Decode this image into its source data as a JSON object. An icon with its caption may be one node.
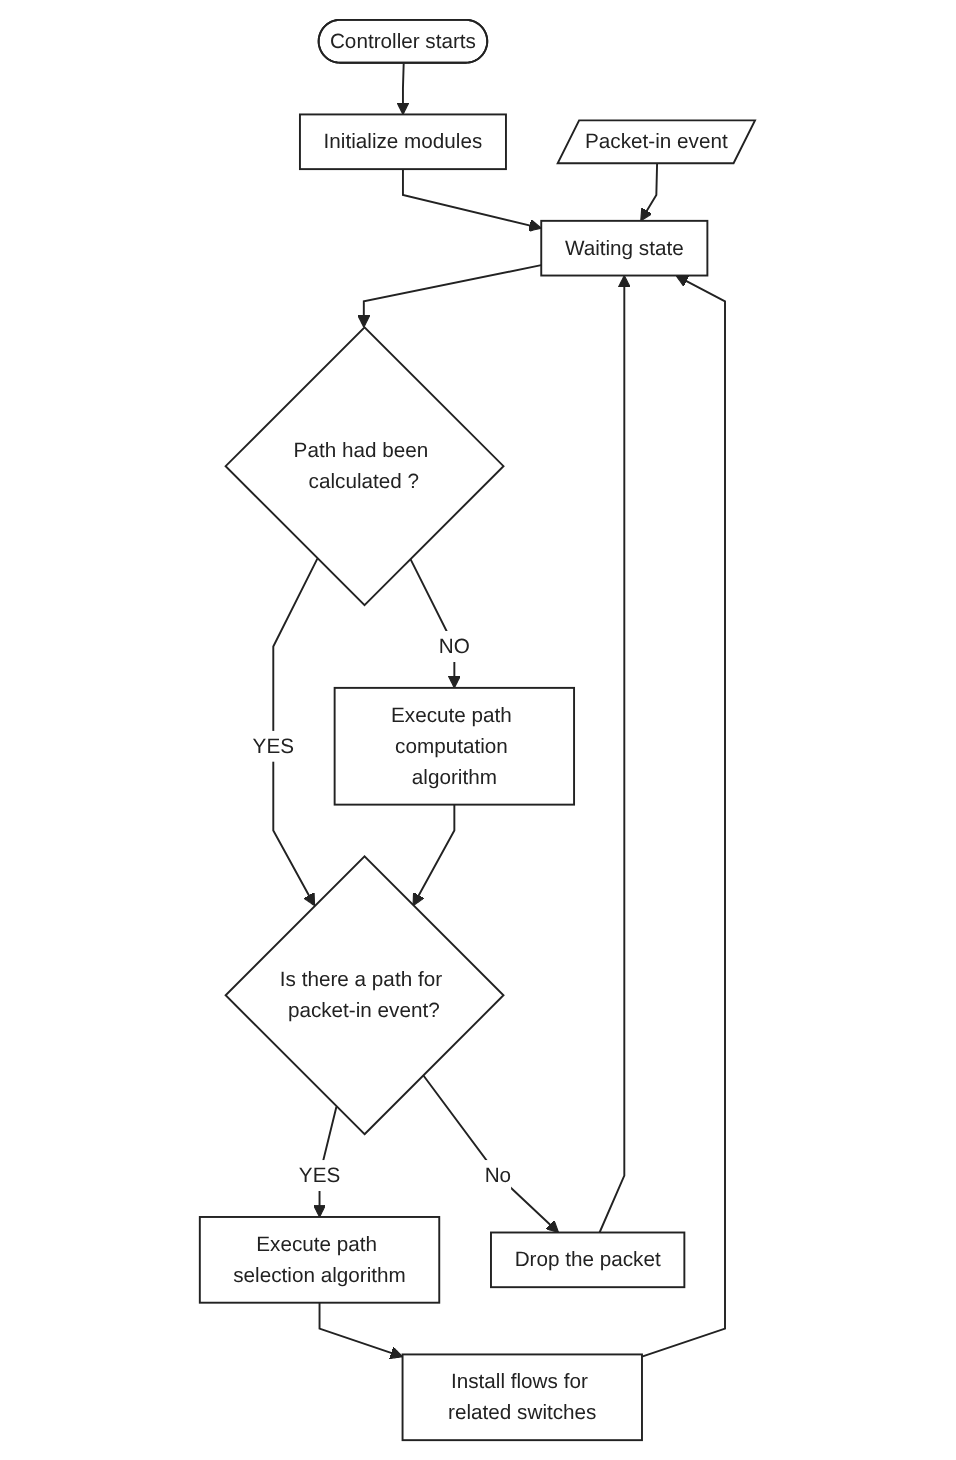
{
  "diagram": {
    "nodes": [
      {
        "text": [
          "Controller starts"
        ]
      },
      {
        "text": [
          "Initialize modules"
        ]
      },
      {
        "text": [
          "Packet-in event"
        ]
      },
      {
        "text": [
          "Waiting state"
        ]
      },
      {
        "text": [
          "Path had been calculated ?"
        ]
      },
      {
        "text": [
          "Execute path computation algorithm"
        ]
      },
      {
        "text": [
          "Is there a path for packet-in event?"
        ]
      },
      {
        "text": [
          "Execute path selection algorithm"
        ]
      },
      {
        "text": [
          "Drop the packet"
        ]
      },
      {
        "text": [
          "Install flows for related switches"
        ]
      }
    ],
    "edges": [
      {
        "from": 0,
        "to": 1,
        "arrow": "to"
      },
      {
        "from": 1,
        "to": 3,
        "arrow": "to"
      },
      {
        "from": 2,
        "to": 3,
        "arrow": "to"
      },
      {
        "from": 3,
        "to": 4,
        "arrow": "to"
      },
      {
        "from": 4,
        "to": 5,
        "arrow": "to",
        "label": "NO"
      },
      {
        "from": 4,
        "to": 6,
        "arrow": "to",
        "label": "YES"
      },
      {
        "from": 5,
        "to": 6,
        "arrow": "to"
      },
      {
        "from": 6,
        "to": 7,
        "arrow": "to",
        "label": "YES"
      },
      {
        "from": 6,
        "to": 8,
        "arrow": "to",
        "label": "No"
      },
      {
        "from": 7,
        "to": 9,
        "arrow": "to"
      },
      {
        "from": 8,
        "to": 3,
        "arrow": "to"
      },
      {
        "from": 9,
        "to": 3,
        "arrow": "to"
      }
    ]
  }
}
